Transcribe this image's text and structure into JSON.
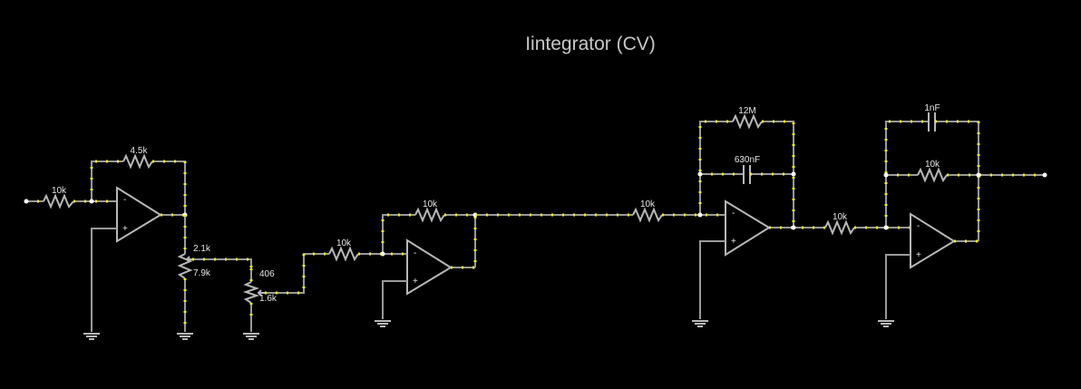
{
  "title": "Iintegrator (CV)",
  "colors": {
    "background": "#000000",
    "wire": "#9a9a9a",
    "current": "#eeee22",
    "text": "#e6e6e6"
  },
  "labels": {
    "r_in1": "10k",
    "r_fb1": "4.5k",
    "pot1_top": "2.1k",
    "pot1_bot": "7.9k",
    "pot2_top": "406",
    "pot2_bot": "1.6k",
    "r_in2": "10k",
    "r_fb2": "10k",
    "r_in3": "10k",
    "r_fb3": "12M",
    "c_fb3": "630nF",
    "r_in4": "10k",
    "c_fb4": "1nF",
    "r_fb4": "10k"
  },
  "opamp_signs": {
    "minus": "-",
    "plus": "+"
  }
}
